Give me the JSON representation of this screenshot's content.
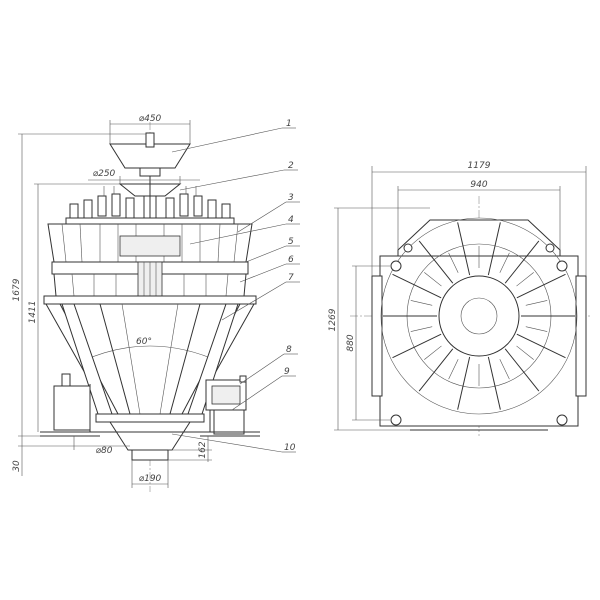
{
  "dimensions": {
    "d450": "⌀450",
    "d250": "⌀250",
    "h1679": "1679",
    "h1411": "1411",
    "d80": "⌀80",
    "d190": "⌀190",
    "h162": "162",
    "h30": "30",
    "angle": "60°",
    "w1179": "1179",
    "w940": "940",
    "h1269": "1269",
    "h880": "880"
  },
  "part_numbers": [
    "1",
    "2",
    "3",
    "4",
    "5",
    "6",
    "7",
    "8",
    "9",
    "10"
  ]
}
